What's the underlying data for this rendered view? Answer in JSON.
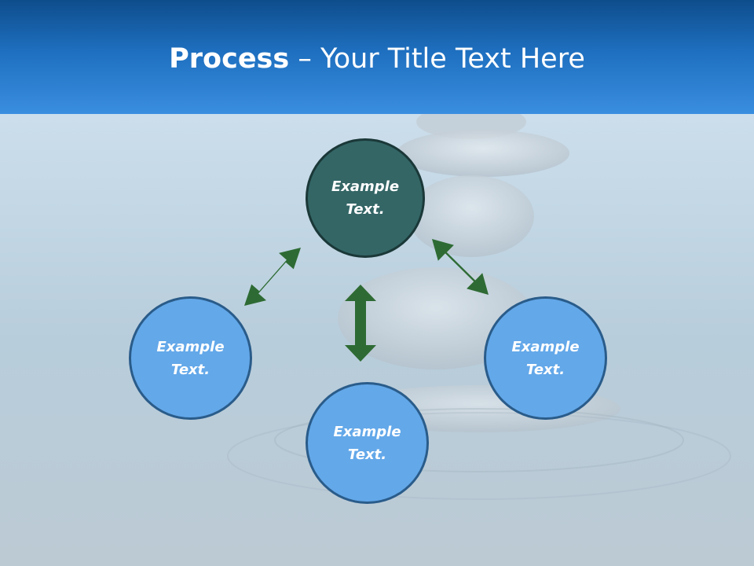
{
  "slide": {
    "title_bold": "Process",
    "title_rest": " – Your Title Text Here"
  },
  "nodes": {
    "top": "Example Text.",
    "left": "Example Text.",
    "bottom": "Example Text.",
    "right": "Example Text."
  },
  "colors": {
    "header": "#1e6fbf",
    "center_node": "#346666",
    "outer_node": "#63a8e9",
    "arrow": "#2e6b34"
  }
}
